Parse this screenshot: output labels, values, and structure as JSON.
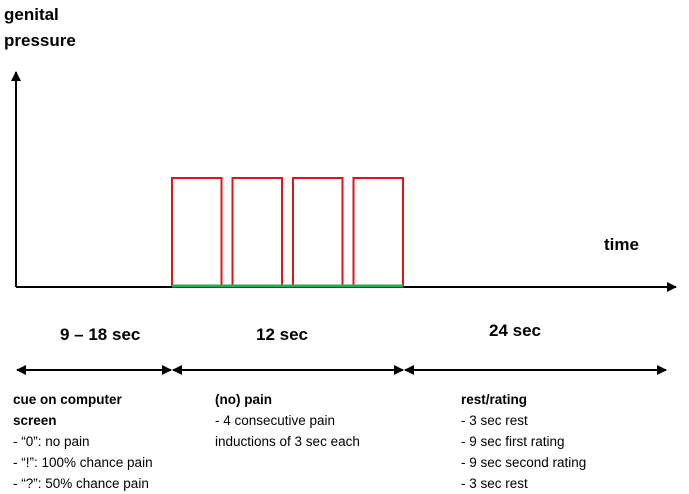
{
  "axes": {
    "y_label_line1": "genital",
    "y_label_line2": "pressure",
    "x_label": "time"
  },
  "phases": [
    {
      "duration": "9 – 18 sec",
      "title_line1": "cue on computer",
      "title_line2": "screen",
      "items": [
        "- “0”: no pain",
        "- “!”: 100% chance pain",
        "- “?”: 50% chance pain"
      ]
    },
    {
      "duration": "12 sec",
      "title_line1": "(no) pain",
      "items": [
        "- 4 consecutive pain",
        "inductions of 3 sec each"
      ]
    },
    {
      "duration": "24 sec",
      "title_line1": "rest/rating",
      "items": [
        "- 3 sec rest",
        "- 9 sec first rating",
        "- 9 sec second rating",
        "- 3 sec rest"
      ]
    }
  ],
  "colors": {
    "pulse": "#e0141b",
    "baseline_segment": "#1db24b",
    "axis": "#000000"
  },
  "pulse_count": 4
}
